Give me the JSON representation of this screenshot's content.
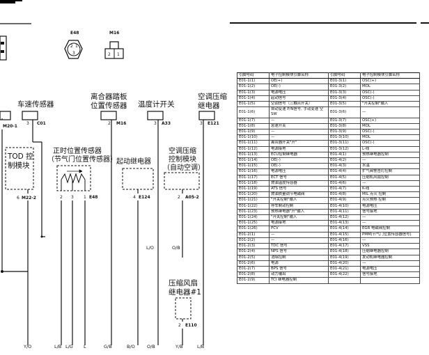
{
  "top_connectors": [
    {
      "id": "E48",
      "pins": [
        "2",
        "1",
        "3"
      ]
    },
    {
      "id": "M16",
      "pins": [
        "2",
        "1"
      ]
    }
  ],
  "components": {
    "speed_sensor": "车速传感器",
    "clutch_switch": [
      "离合器踏板",
      "位置传感器"
    ],
    "temp_switch": "温度计开关",
    "ac_relay": [
      "空调压缩",
      "继电器"
    ],
    "tod_module": [
      "TOD 控",
      "制模块"
    ],
    "tps": [
      "正时位置传感器",
      "（节气门位置传感器）"
    ],
    "starter_relay": "起动继电器",
    "ac_module": [
      "空调压缩",
      "控制模块",
      "（自动空调）"
    ],
    "fan_relay": [
      "压缩风扇",
      "继电器#1"
    ]
  },
  "connector_labels": {
    "m20": "M20-1",
    "c01_pin": "3",
    "c01": "C01",
    "m16_pin": "2",
    "m16": "M16",
    "a33_pin": "3",
    "a33": "A33",
    "e121_pin": "3",
    "e121": "E121",
    "m22_pin": "6",
    "m22": "M22-2",
    "tps_pins": [
      "2",
      "3",
      "1"
    ],
    "e48": "E48",
    "e124_pin": "4",
    "e124": "E124",
    "a05_pin": "2",
    "a05": "A05-2",
    "e110_pin": "2",
    "e110": "E110"
  },
  "wire_colors": {
    "lo": "L/O",
    "ob": "O/B",
    "bottom": [
      "Y/O",
      "L/B",
      "L/G",
      "L",
      "G/B",
      "B/O",
      "O/B",
      "Y/B",
      "L/B"
    ]
  },
  "pin_table": {
    "headers": [
      "引脚号码",
      "电子控制模块引脚名称",
      "引脚号码",
      "电子控制模块引脚名称"
    ],
    "rows": [
      [
        "E01-1(1)",
        "OE(+)",
        "E01-3(1)",
        "OSC(+)"
      ],
      [
        "E01-1(2)",
        "OE(-)",
        "E01-3(2)",
        "MOL"
      ],
      [
        "E01-1(3)",
        "电源电压",
        "E01-3(3)",
        "OSC(-)"
      ],
      [
        "E01-1(4)",
        "起动信号",
        "E01-3(4)",
        "OSC(-)"
      ],
      [
        "E01-1(5)",
        "空调信号（三触点开关）",
        "E01-3(5)",
        "\"开关控制\"输入"
      ],
      [
        "E01-1(6)",
        "自动变速 P/N信号, 手动变速 空SW",
        "E01-3(6)",
        "—"
      ],
      [
        "E01-1(7)",
        "—",
        "E01-3(7)",
        "OSC(+)"
      ],
      [
        "E01-1(8)",
        "怠速开关",
        "E01-3(8)",
        "MOL"
      ],
      [
        "E01-1(9)",
        "—",
        "E01-3(9)",
        "OSC(-)"
      ],
      [
        "E01-1(10)",
        "—",
        "E01-3(10)",
        "MOL"
      ],
      [
        "E01-1(11)",
        "离合器开关\"开\"",
        "E01-3(11)",
        "OSC(-)"
      ],
      [
        "E01-1(12)",
        "电源接地",
        "E01-3(12)",
        "L-线"
      ],
      [
        "E01-1(13)",
        "ECU控制继电器",
        "E01-4(1)",
        "预热继电器控制"
      ],
      [
        "E01-1(14)",
        "OE(-)",
        "E01-4(2)",
        "—"
      ],
      [
        "E01-1(15)",
        "OE(-)",
        "E01-4(3)",
        "水温"
      ],
      [
        "E01-1(16)",
        "电源电压",
        "E01-4(4)",
        "扩气阀警告灯控制"
      ],
      [
        "E01-1(17)",
        "ECT 信号",
        "E01-4(5)",
        "压缩机风扇控制"
      ],
      [
        "E01-1(18)",
        "燃油温度传感器",
        "E01-4(6)",
        "—"
      ],
      [
        "E01-1(19)",
        "ATS 信号",
        "E01-4(7)",
        "K-线"
      ],
      [
        "E01-1(20)",
        "燃油质量调节电磁阀",
        "E01-4(8)",
        "MIL 点火 控制"
      ],
      [
        "E01-1(21)",
        "\"开关控制\"输入",
        "E01-4(9)",
        "点火预热 控制"
      ],
      [
        "E01-1(22)",
        "停车制动控制",
        "E01-4(10)",
        "电源电压"
      ],
      [
        "E01-1(23)",
        "预热继电器\"开\"输入",
        "E01-4(11)",
        "信号接地"
      ],
      [
        "E01-1(24)",
        "\"开关控制\"输入",
        "E01-4(12)",
        "—"
      ],
      [
        "E01-1(25)",
        "电源接地",
        "E01-4(13)",
        "—"
      ],
      [
        "E01-1(26)",
        "PCV",
        "E01-4(14)",
        "EGR 电磁阀控制"
      ],
      [
        "E01-2(1)",
        "—",
        "E01-4(15)",
        "PMM(节气门位置传感器信号)"
      ],
      [
        "E01-2(2)",
        "—",
        "E01-4(16)",
        "—"
      ],
      [
        "E01-2(3)",
        "TDC 信号",
        "E01-4(17)",
        "VSS"
      ],
      [
        "E01-2(4)",
        "NPS 信号",
        "E01-4(18)",
        "压缩继电器控制"
      ],
      [
        "E01-2(5)",
        "消除控制",
        "E01-4(19)",
        "发动机继电器控制"
      ],
      [
        "E01-2(6)",
        "电源",
        "E01-4(20)",
        "—"
      ],
      [
        "E01-2(7)",
        "BPS 信号",
        "E01-4(21)",
        "电源电压"
      ],
      [
        "E01-2(8)",
        "动力输出",
        "E01-4(22)",
        "信号接地"
      ],
      [
        "E01-2(9)",
        "TCI 继电器控制",
        "",
        ""
      ]
    ]
  }
}
